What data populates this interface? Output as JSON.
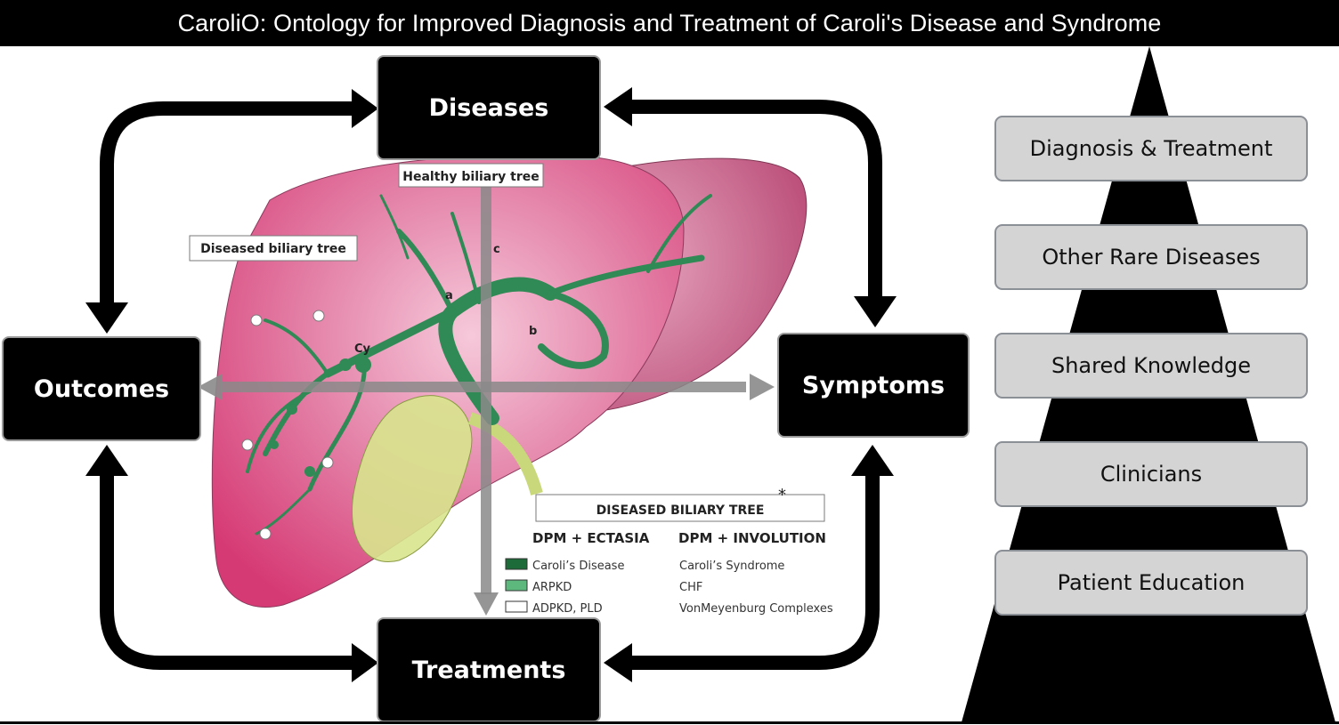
{
  "title": "CaroliO: Ontology for Improved Diagnosis and Treatment of Caroli's Disease and Syndrome",
  "nodes": {
    "diseases": "Diseases",
    "symptoms": "Symptoms",
    "treatments": "Treatments",
    "outcomes": "Outcomes"
  },
  "liver": {
    "healthy_label": "Healthy biliary tree",
    "diseased_label": "Diseased biliary tree",
    "letter_a": "a",
    "letter_b": "b",
    "letter_c": "c",
    "letter_cy": "Cy",
    "legend": {
      "title": "DISEASED BILIARY TREE",
      "asterisk": "*",
      "col1_header": "DPM + ECTASIA",
      "col2_header": "DPM + INVOLUTION",
      "rows": [
        {
          "left": "Caroli’s Disease",
          "right": "Caroli’s Syndrome",
          "swatch": "#1e6b3a"
        },
        {
          "left": "ARPKD",
          "right": "CHF",
          "swatch": "#5cb87d"
        },
        {
          "left": "ADPKD, PLD",
          "right": "VonMeyenburg Complexes",
          "swatch": "#ffffff"
        }
      ]
    }
  },
  "pyramid": {
    "levels": [
      "Diagnosis & Treatment",
      "Other Rare Diseases",
      "Shared Knowledge",
      "Clinicians",
      "Patient Education"
    ]
  },
  "colors": {
    "liver_pink": "#e35a8e",
    "liver_dark": "#c24a78",
    "bile_green": "#2f8a55",
    "gallbladder": "#d6e48c",
    "level_fill": "#d4d4d4"
  }
}
